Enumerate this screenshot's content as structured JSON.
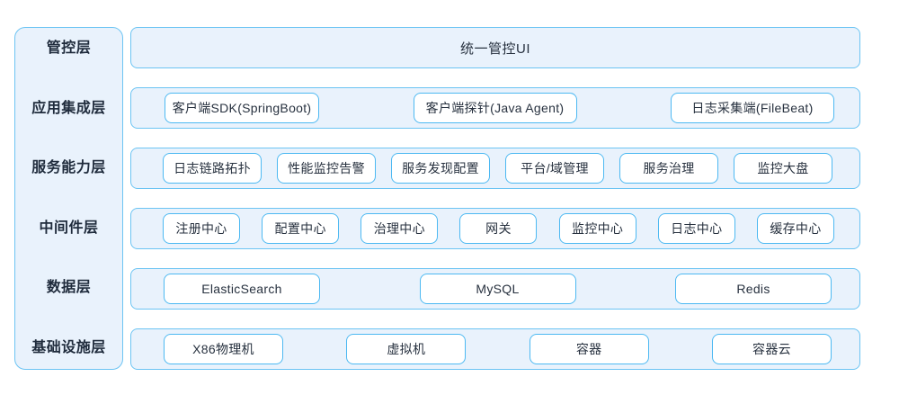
{
  "colors": {
    "container_fill": "#e9f2fc",
    "container_border": "#6cc4f3",
    "sidebar_border": "#6cc4f3",
    "chip_fill": "#ffffff",
    "chip_border": "#4db9f2",
    "chip_text": "#27313f",
    "label_text": "#1f2b3c"
  },
  "layers": [
    {
      "label": "管控层",
      "items": [
        "统一管控UI"
      ]
    },
    {
      "label": "应用集成层",
      "items": [
        "客户端SDK(SpringBoot)",
        "客户端探针(Java Agent)",
        "日志采集端(FileBeat)"
      ]
    },
    {
      "label": "服务能力层",
      "items": [
        "日志链路拓扑",
        "性能监控告警",
        "服务发现配置",
        "平台/域管理",
        "服务治理",
        "监控大盘"
      ]
    },
    {
      "label": "中间件层",
      "items": [
        "注册中心",
        "配置中心",
        "治理中心",
        "网关",
        "监控中心",
        "日志中心",
        "缓存中心"
      ]
    },
    {
      "label": "数据层",
      "items": [
        "ElasticSearch",
        "MySQL",
        "Redis"
      ]
    },
    {
      "label": "基础设施层",
      "items": [
        "X86物理机",
        "虚拟机",
        "容器",
        "容器云"
      ]
    }
  ]
}
